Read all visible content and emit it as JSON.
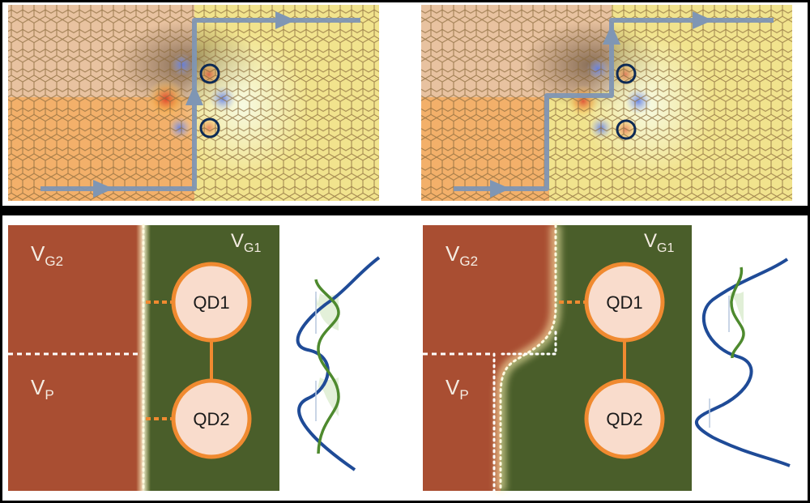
{
  "colors": {
    "frame": "#000000",
    "panel_bg": "#ffffff",
    "gate_g2": "#a94e32",
    "gate_g1": "#4a5e2a",
    "dot_fill": "#f9dccc",
    "dot_stroke": "#f08a30",
    "edge_glow": "#fff6c8",
    "arrow": "#7f96b4",
    "graphene_low": "#f3b06a",
    "graphene_high": "#f1e38d",
    "potential_curve": "#1f4b97",
    "wavefunction": "#4e8a2e"
  },
  "top_panels": [
    {
      "id": "left",
      "edge_path": "straight",
      "icons": [
        "graphene-lattice",
        "arrow",
        "quantum-dot-ring"
      ]
    },
    {
      "id": "right",
      "edge_path": "stepped",
      "icons": [
        "graphene-lattice",
        "arrow",
        "quantum-dot-ring"
      ]
    }
  ],
  "bottom_panels": [
    {
      "id": "left",
      "labels": {
        "vg2": "V",
        "vg2_sub": "G2",
        "vg1": "V",
        "vg1_sub": "G1",
        "vp": "V",
        "vp_sub": "P"
      },
      "dots": [
        "QD1",
        "QD2"
      ]
    },
    {
      "id": "right",
      "labels": {
        "vg2": "V",
        "vg2_sub": "G2",
        "vg1": "V",
        "vg1_sub": "G1",
        "vp": "V",
        "vp_sub": "P"
      },
      "dots": [
        "QD1",
        "QD2"
      ]
    }
  ]
}
